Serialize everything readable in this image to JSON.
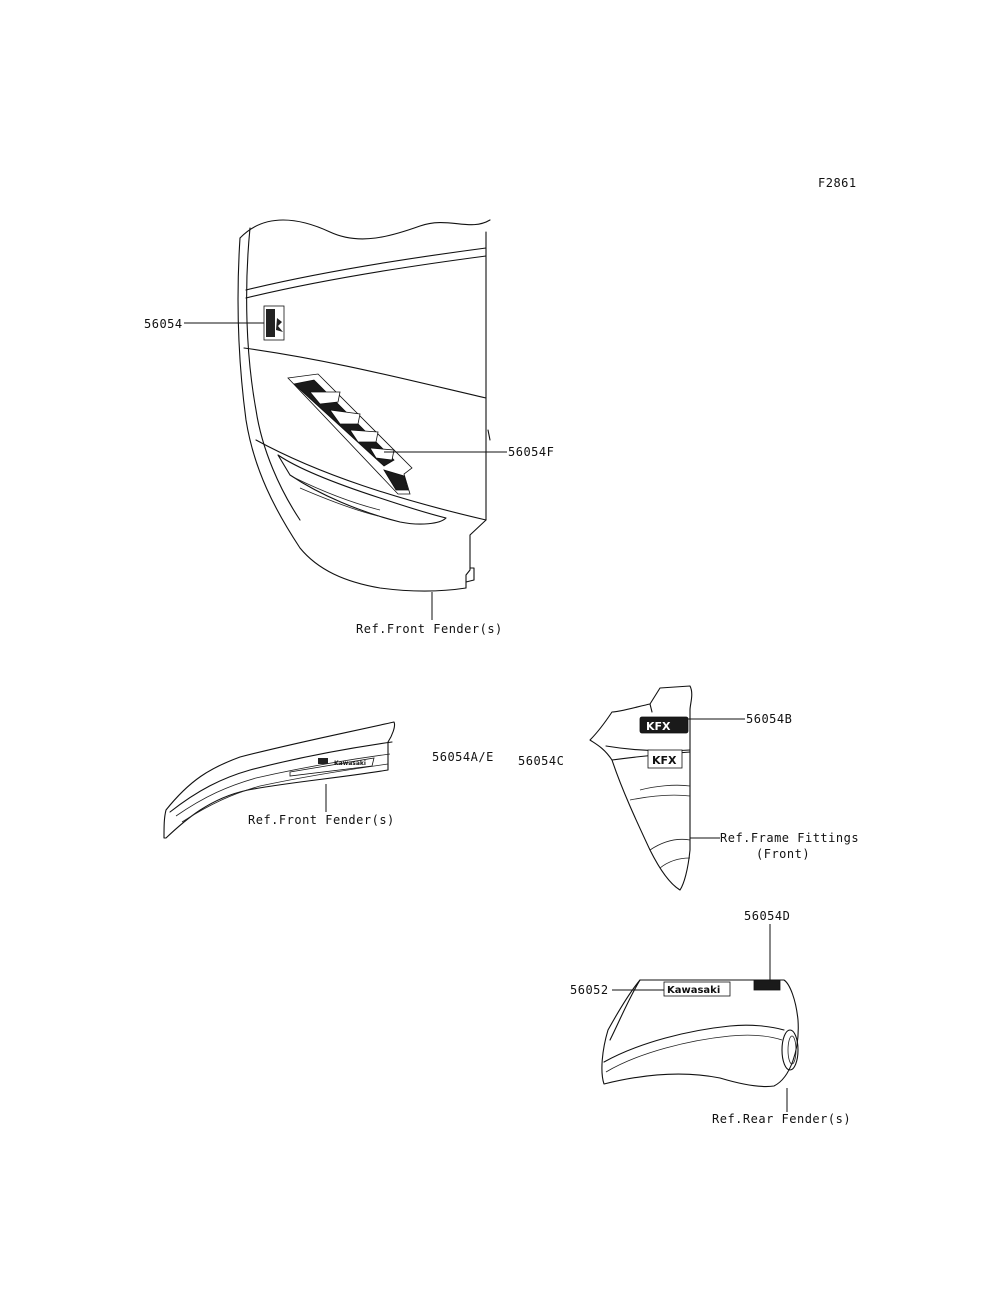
{
  "figure_code": "F2861",
  "labels": {
    "p56054": "56054",
    "p56054f": "56054F",
    "ref_front_fender_top": "Ref.Front Fender(s)",
    "p56054ae": "56054A/E",
    "ref_front_fender_mid": "Ref.Front Fender(s)",
    "p56054b": "56054B",
    "p56054c": "56054C",
    "ref_frame_fittings_1": "Ref.Frame Fittings",
    "ref_frame_fittings_2": "(Front)",
    "p56054d": "56054D",
    "p56052": "56052",
    "ref_rear_fender": "Ref.Rear Fender(s)"
  },
  "decal_text": {
    "brand": "Kawasaki",
    "model": "KFX"
  }
}
